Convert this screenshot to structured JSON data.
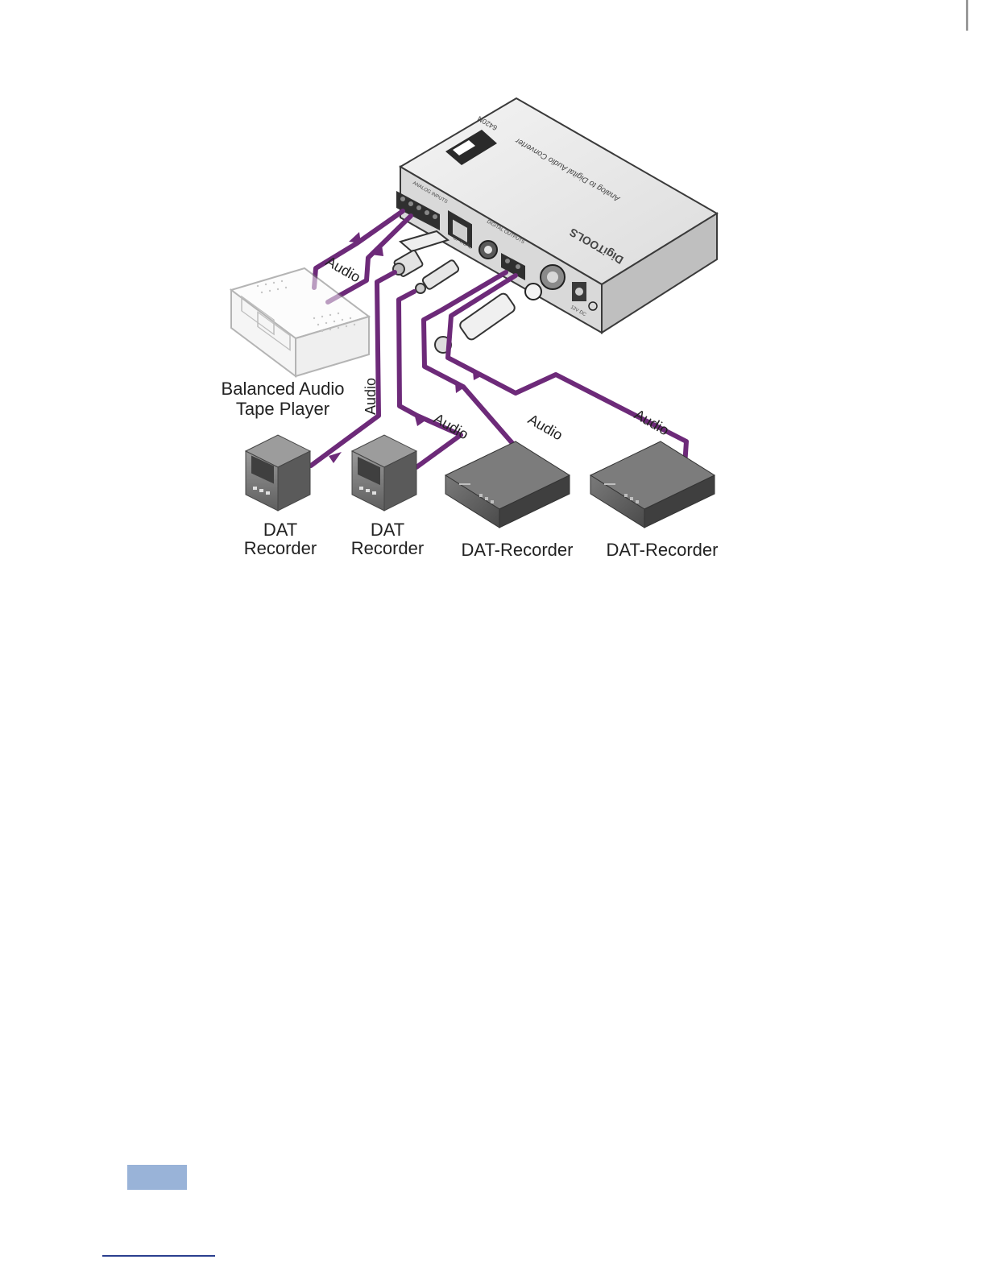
{
  "device": {
    "brand": "DigiTOOLS",
    "model": "6420N",
    "subtitle": "Analog to Digital Audio Converter",
    "ports": {
      "analog_inputs": "ANALOG INPUTS",
      "optical": "OPTICAL",
      "digital_outputs": "DIGITAL OUTPUTS",
      "power": "12V DC"
    }
  },
  "source": {
    "label_line1": "Balanced Audio",
    "label_line2": "Tape Player"
  },
  "cables": {
    "input_audio": "Audio",
    "out1": "Audio",
    "out2": "Audio",
    "out3": "Audio",
    "out4": "Audio"
  },
  "recorders": [
    {
      "line1": "DAT",
      "line2": "Recorder"
    },
    {
      "line1": "DAT",
      "line2": "Recorder"
    },
    {
      "line1": "DAT-Recorder"
    },
    {
      "line1": "DAT-Recorder"
    }
  ],
  "colors": {
    "cable": "#6d2a79",
    "device": "#e9e9e9",
    "outline": "#3a3a3a",
    "page_tab": "#99b3d8",
    "footer_rule": "#2a3f8f"
  }
}
